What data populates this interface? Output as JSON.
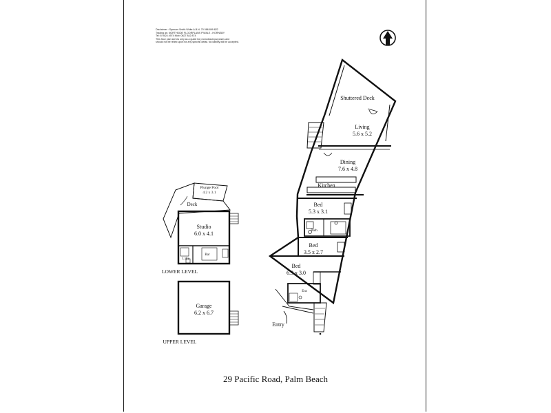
{
  "disclaimer": {
    "lines": [
      "Disclaimer : Spencer Smith White A.B.N. 70 086 899 822",
      "Trading as: NORTHSIDE FLOORPLANS P'WALE - HORNSBY",
      "Tel: 8 9424 4974   Mob: 0827 842 874",
      "This floor plan serves only as a guide for promotional purposes and",
      "should not be relied upon for any specific detail. No liability will be accepted."
    ]
  },
  "rooms": {
    "shuttered_deck": "Shuttered Deck",
    "living_name": "Living",
    "living_dim": "5.6 x 5.2",
    "dining_name": "Dining",
    "dining_dim": "7.6 x 4.8",
    "kitchen": "Kitchen",
    "bed1_name": "Bed",
    "bed1_dim": "5.3 x 3.1",
    "bed2_name": "Bed",
    "bed2_dim": "3.5 x 2.7",
    "bed3_name": "Bed",
    "bed3_dim": "6.9 x 3.0",
    "bath1": "Bath",
    "ens": "Ens",
    "entry": "Entry",
    "plunge_pool_name": "Plunge Pool",
    "plunge_pool_dim": "4.2 x 3.1",
    "deck": "Deck",
    "studio_name": "Studio",
    "studio_dim": "6.0 x 4.1",
    "ldry": "L'dry",
    "bar": "Bar",
    "garage_name": "Garage",
    "garage_dim": "6.2 x 6.7"
  },
  "levels": {
    "lower": "LOWER LEVEL",
    "upper": "UPPER LEVEL"
  },
  "address": "29 Pacific Road, Palm Beach",
  "north_arrow": "north-arrow-icon"
}
